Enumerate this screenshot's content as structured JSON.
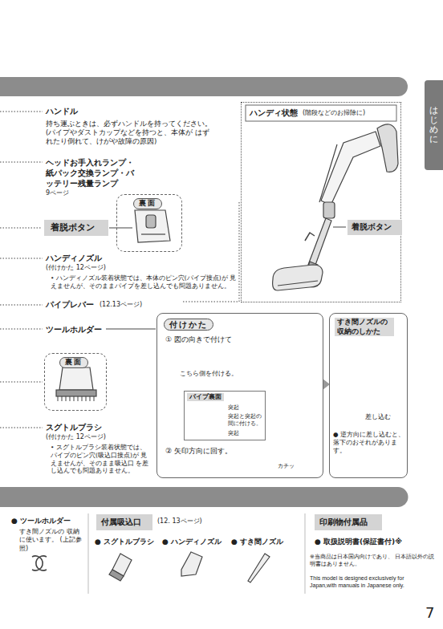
{
  "diagram": {
    "nodes": [
      {
        "text": [
          "はじめに"
        ]
      },
      {
        "text": [
          "ハンディ状態",
          "(階段などのお掃除に)"
        ]
      },
      {
        "text": [
          "着脱ボタン"
        ],
        "in": 1
      },
      {
        "text": [
          "着脱ボタン"
        ]
      },
      {
        "text": [
          "裏面"
        ]
      },
      {
        "text": [
          "裏面"
        ]
      },
      {
        "text": [
          "付けかた",
          "① 図の向きで付けて",
          "こちら側を付ける。",
          "② 矢印方向に回す。",
          "カチッ"
        ]
      },
      {
        "text": [
          "パイプ裏面",
          "突起",
          "突起と突起の間に付ける。",
          "突起"
        ],
        "in": 6
      },
      {
        "text": [
          "すき間ノズルの収納のしかた",
          "差し込む",
          "● 逆方向に差し込むと、落下のおそれがあります。"
        ]
      },
      {
        "text": [
          "付属吸込口"
        ]
      },
      {
        "text": [
          "印刷物付属品"
        ]
      }
    ],
    "labels": [
      "ハンドル",
      "持ち運ぶときは、必ずハンドルを持ってください。 (パイプやダストカップなどを持つと、本体が はずれたり倒れて、けがや故障の原因)",
      "ヘッドお手入れランプ・紙パック交換ランプ・バッテリー残量ランプ",
      "9ページ",
      "ハンディノズル",
      "(付けかた 12ページ)",
      "• ハンディノズル装着状態では、本体のピン穴(パイプ接点)が 見えませんが、そのままパイプを差し込んでも問題ありません。",
      "パイプレバー",
      "(12.13ページ)",
      "ツールホルダー",
      "スグトルブラシ",
      "(付けかた 12ページ)",
      "• スグトルブラシ装着状態では、 パイプのピン穴(吸込口接点)が 見えませんが、そのまま吸込口 を差し込んでも問題ありません。",
      "● ツールホルダー",
      "すき間ノズルの 収納に使います。 (上記参照)",
      "(12. 13ページ)",
      "● スグトルブラシ",
      "● ハンディノズル",
      "● すき間ノズル",
      "● 取扱説明書(保証書付)※",
      "※当商品は日本国内向けであり、 日本語以外の説明書はありません。",
      "This model is designed exclusively for Japan,with manuals in Japanese only.",
      "7"
    ]
  }
}
